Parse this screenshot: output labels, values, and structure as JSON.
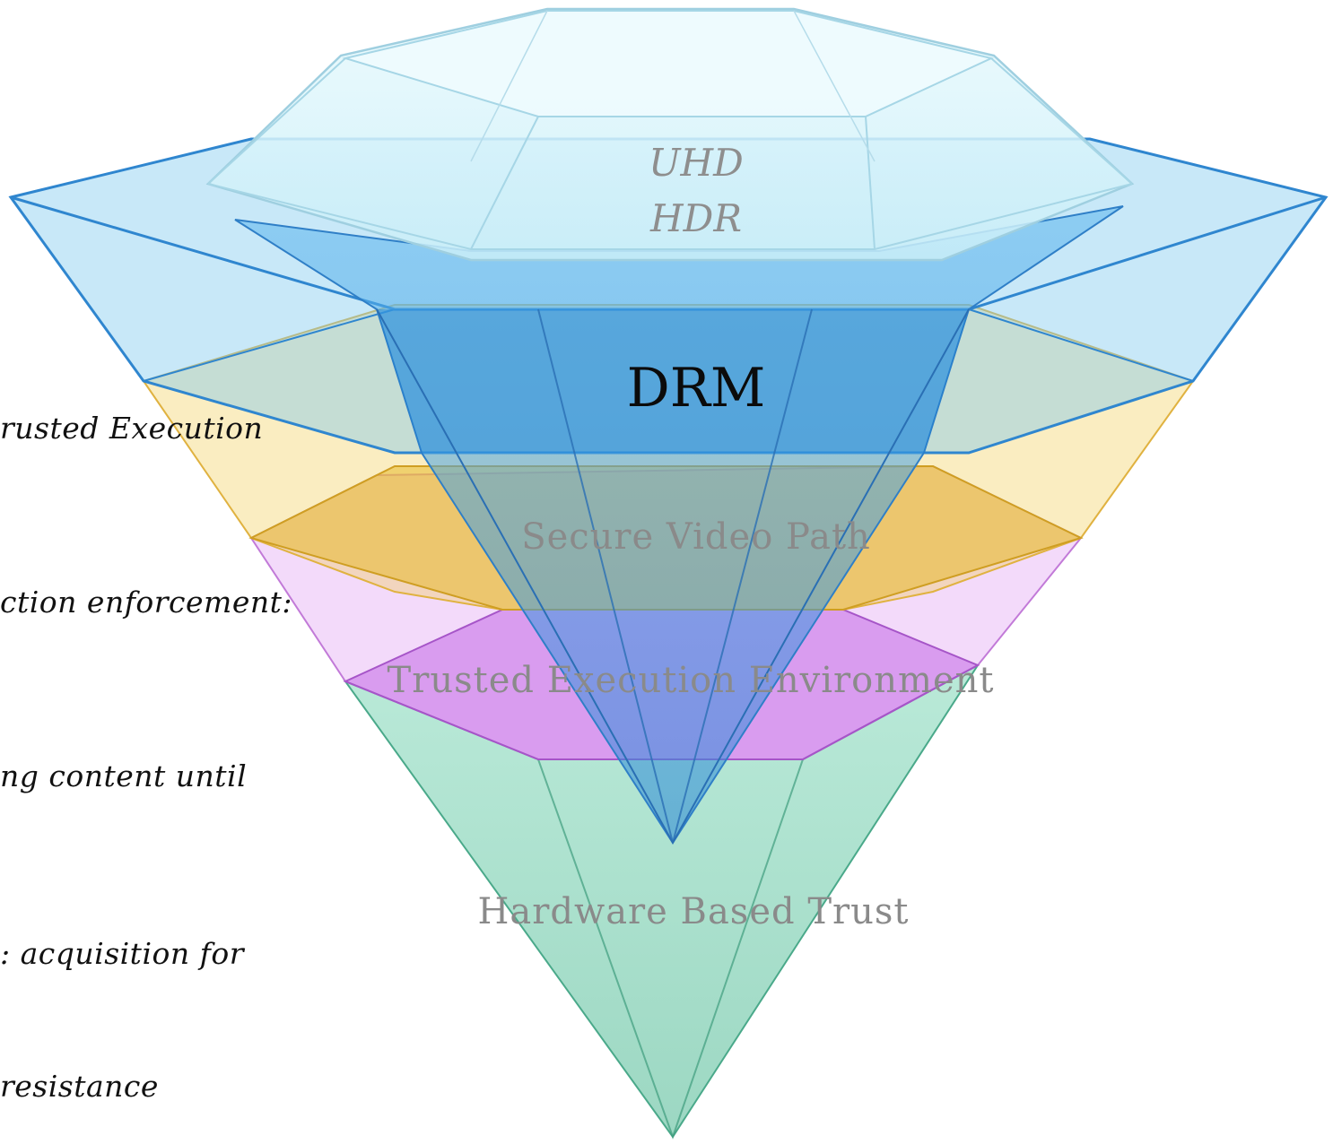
{
  "left_notes": [
    "rusted Execution",
    "ction enforcement:",
    "ng content until",
    ": acquisition for",
    "resistance"
  ],
  "layers": {
    "top_line1": "UHD",
    "top_line2": "HDR",
    "drm": "DRM",
    "svp": "Secure Video Path",
    "tee": "Trusted Execution Environment",
    "hw": "Hardware Based Trust"
  },
  "colors": {
    "crystal": "#dff6fb",
    "drm_blue": "#2e93dd",
    "svp_yellow": "#f2cc52",
    "tee_purple": "#d98cf0",
    "hw_green": "#6dcaa8",
    "outline": "#3a7fc4",
    "label_gray": "#8e8e8e"
  }
}
